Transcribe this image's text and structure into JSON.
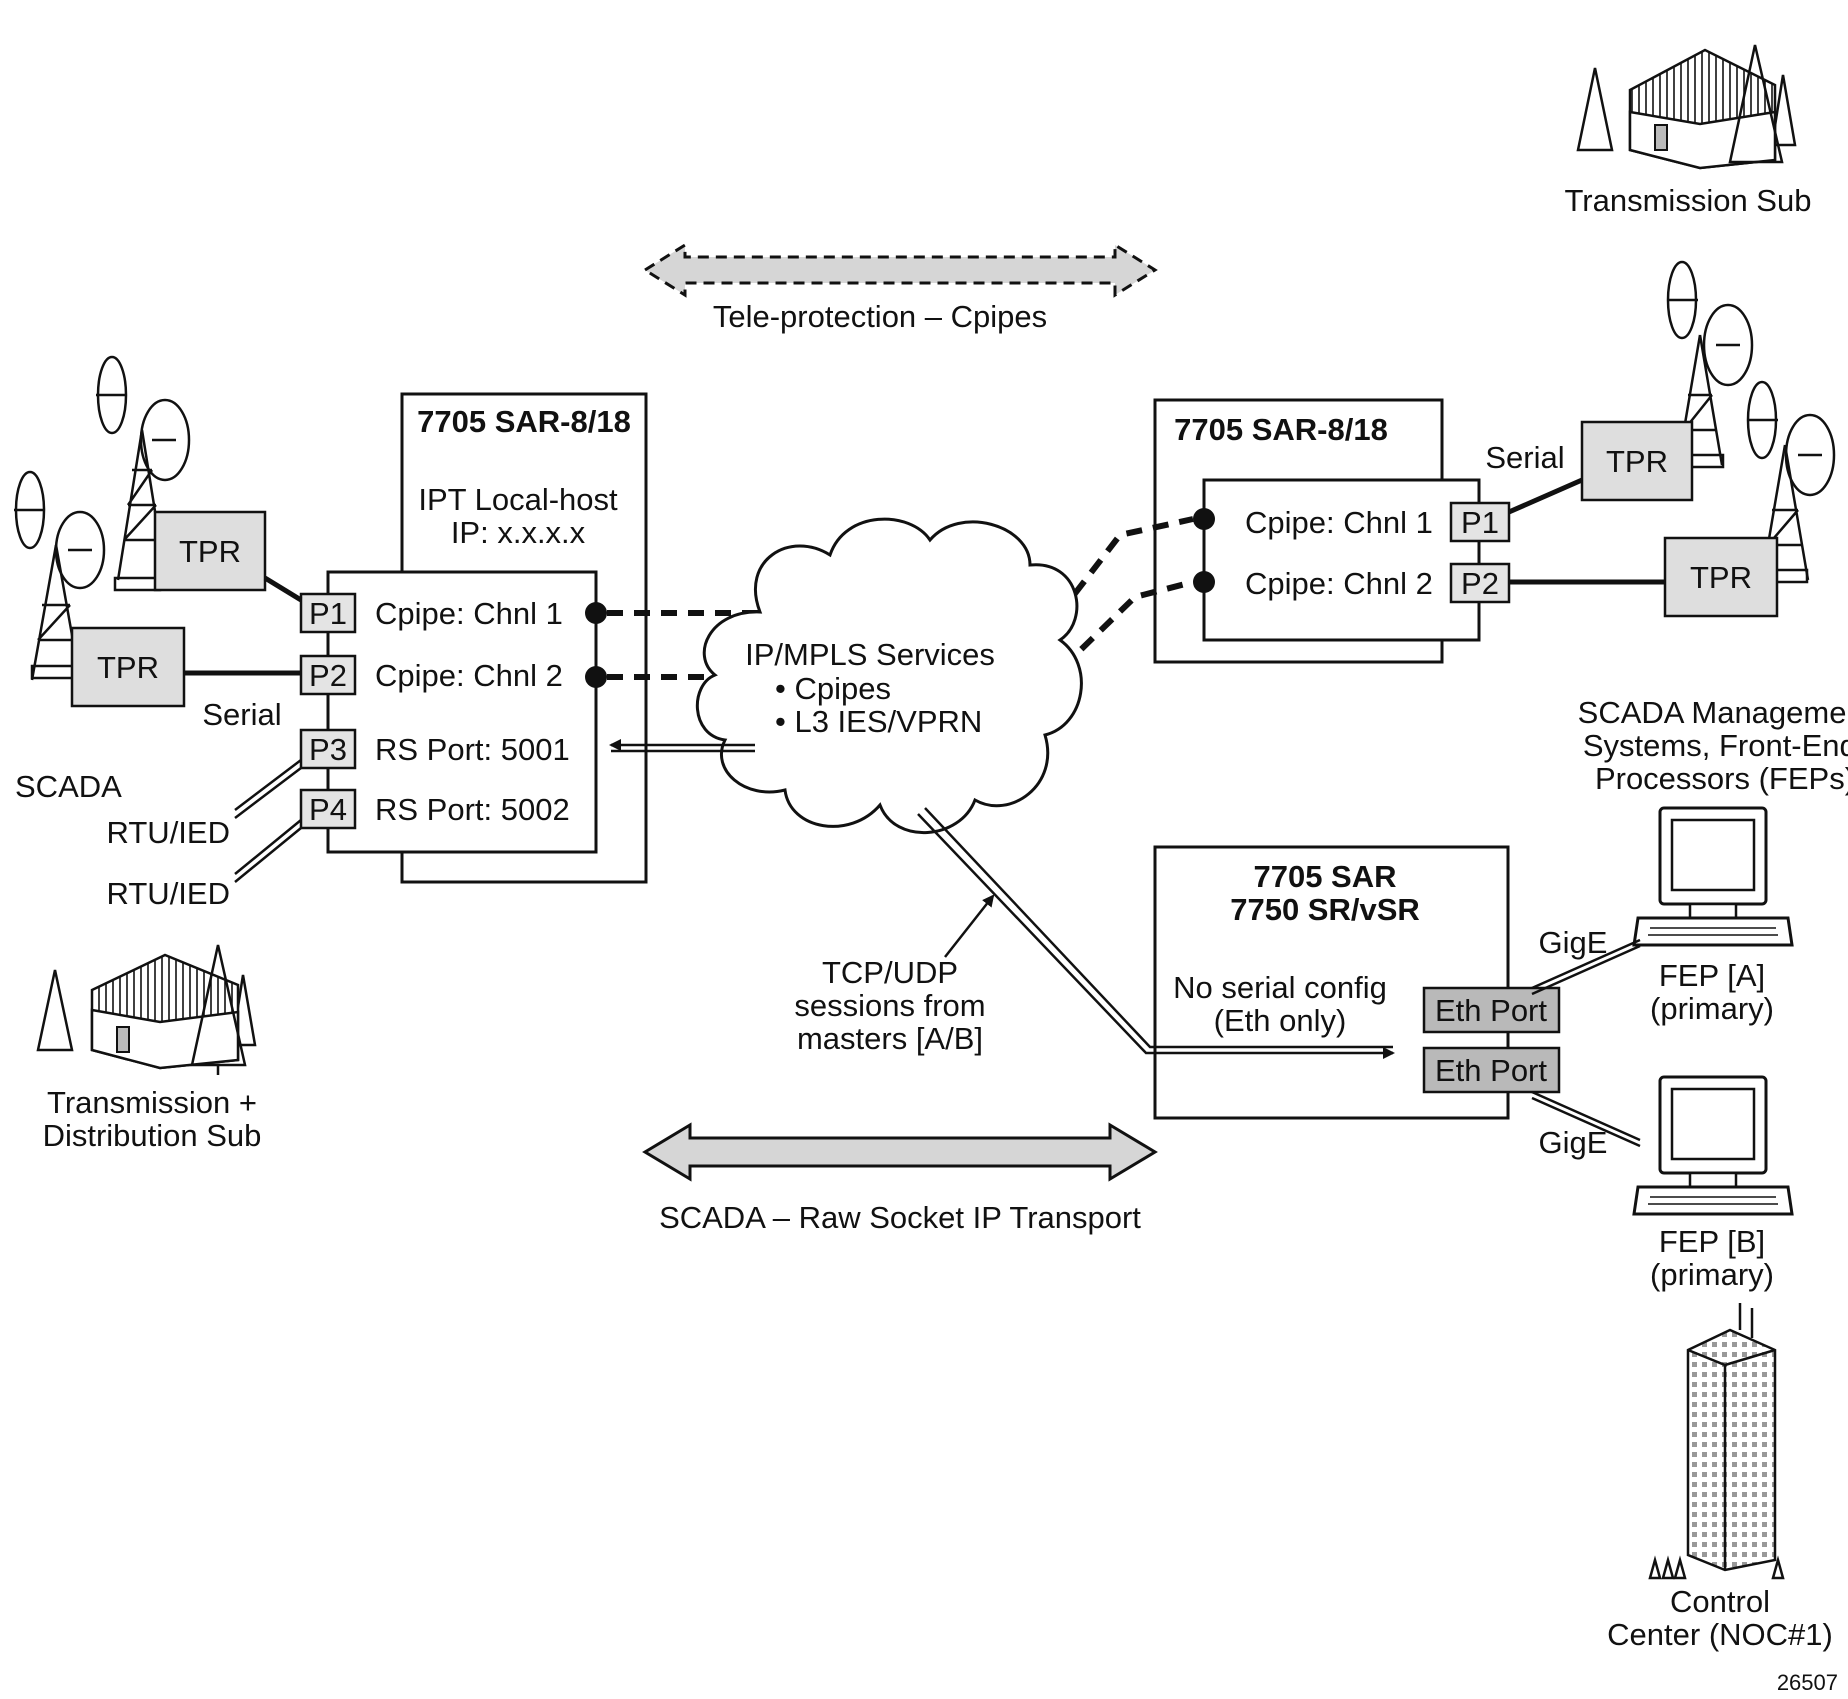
{
  "diagram_id": "26507",
  "legend": {
    "teleprotection": "Tele-protection – Cpipes",
    "scada_transport": "SCADA – Raw Socket IP Transport"
  },
  "left_node": {
    "title": "7705 SAR-8/18",
    "host_line1": "IPT Local-host",
    "host_line2": "IP: x.x.x.x",
    "ports": [
      {
        "id": "P1",
        "label": "Cpipe: Chnl 1"
      },
      {
        "id": "P2",
        "label": "Cpipe: Chnl 2"
      },
      {
        "id": "P3",
        "label": "RS Port: 5001"
      },
      {
        "id": "P4",
        "label": "RS Port: 5002"
      }
    ]
  },
  "right_node": {
    "title": "7705 SAR-8/18",
    "ports": [
      {
        "id": "P1",
        "label": "Cpipe: Chnl 1"
      },
      {
        "id": "P2",
        "label": "Cpipe: Chnl 2"
      }
    ]
  },
  "master_node": {
    "title1": "7705 SAR",
    "title2": "7750 SR/vSR",
    "note1": "No serial config",
    "note2": "(Eth only)",
    "port1": "Eth Port",
    "port2": "Eth Port"
  },
  "cloud": {
    "title": "IP/MPLS Services",
    "item1": "• Cpipes",
    "item2": "• L3 IES/VPRN"
  },
  "left_site": {
    "tpr1": "TPR",
    "tpr2": "TPR",
    "serial": "Serial",
    "scada": "SCADA",
    "rtu1": "RTU/IED",
    "rtu2": "RTU/IED",
    "sub_line1": "Transmission +",
    "sub_line2": "Distribution Sub"
  },
  "right_site": {
    "serial": "Serial",
    "tpr1": "TPR",
    "tpr2": "TPR",
    "sub": "Transmission Sub"
  },
  "sessions": {
    "line1": "TCP/UDP",
    "line2": "sessions from",
    "line3": "masters [A/B]"
  },
  "management": {
    "line1": "SCADA Management",
    "line2": "Systems, Front-End-",
    "line3": "Processors (FEPs)",
    "gige1": "GigE",
    "gige2": "GigE",
    "fep_a1": "FEP [A]",
    "fep_a2": "(primary)",
    "fep_b1": "FEP [B]",
    "fep_b2": "(primary)",
    "center1": "Control",
    "center2": "Center (NOC#1)"
  }
}
